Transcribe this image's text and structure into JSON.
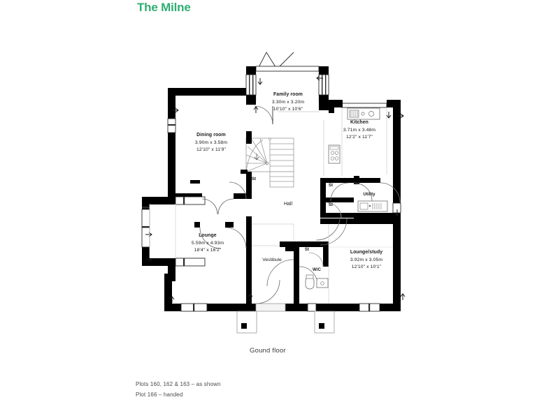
{
  "header": {
    "title": "The Milne",
    "title_color": "#2fae71"
  },
  "footer": {
    "floor_caption": "Gound floor",
    "plot_note_1": "Plots 160, 162 & 163 – as shown",
    "plot_note_2": "Plot 166 – handed"
  },
  "plan": {
    "wall_color": "#000000",
    "fixture_line_color": "#6f6f6f",
    "rooms": [
      {
        "key": "family_room",
        "name": "Family room",
        "dim_metric": "3.30m x 3.20m",
        "dim_imperial": "10'10\" x 10'6\""
      },
      {
        "key": "dining_room",
        "name": "Dining room",
        "dim_metric": "3.90m x 3.58m",
        "dim_imperial": "12'10\" x 11'9\""
      },
      {
        "key": "kitchen",
        "name": "Kitchen",
        "dim_metric": "3.71m x 3.48m",
        "dim_imperial": "12'2\" x 11'7\""
      },
      {
        "key": "lounge",
        "name": "Lounge",
        "dim_metric": "5.59m x 4.93m",
        "dim_imperial": "18'4\" x 16'2\""
      },
      {
        "key": "lounge_study",
        "name": "Lounge/study",
        "dim_metric": "3.92m x 3.05m",
        "dim_imperial": "12'10\" x 10'1\""
      }
    ],
    "small_rooms": [
      {
        "key": "store_stair",
        "name": "St"
      },
      {
        "key": "store_hall_1",
        "name": "St"
      },
      {
        "key": "store_hall_2",
        "name": "St"
      },
      {
        "key": "store_vest",
        "name": "St"
      },
      {
        "key": "utility",
        "name": "Utility"
      },
      {
        "key": "wc",
        "name": "W/C"
      },
      {
        "key": "hall",
        "name": "Hall"
      },
      {
        "key": "vestibule",
        "name": "Vestibule"
      }
    ],
    "fixtures": [
      {
        "key": "kitchen-sink-unit",
        "name": "sink-icon"
      },
      {
        "key": "kitchen-hob",
        "name": "hob-icon"
      },
      {
        "key": "utility-sink-unit",
        "name": "sink-icon"
      },
      {
        "key": "wc-toilet",
        "name": "toilet-icon"
      },
      {
        "key": "wc-basin",
        "name": "basin-icon"
      }
    ]
  }
}
